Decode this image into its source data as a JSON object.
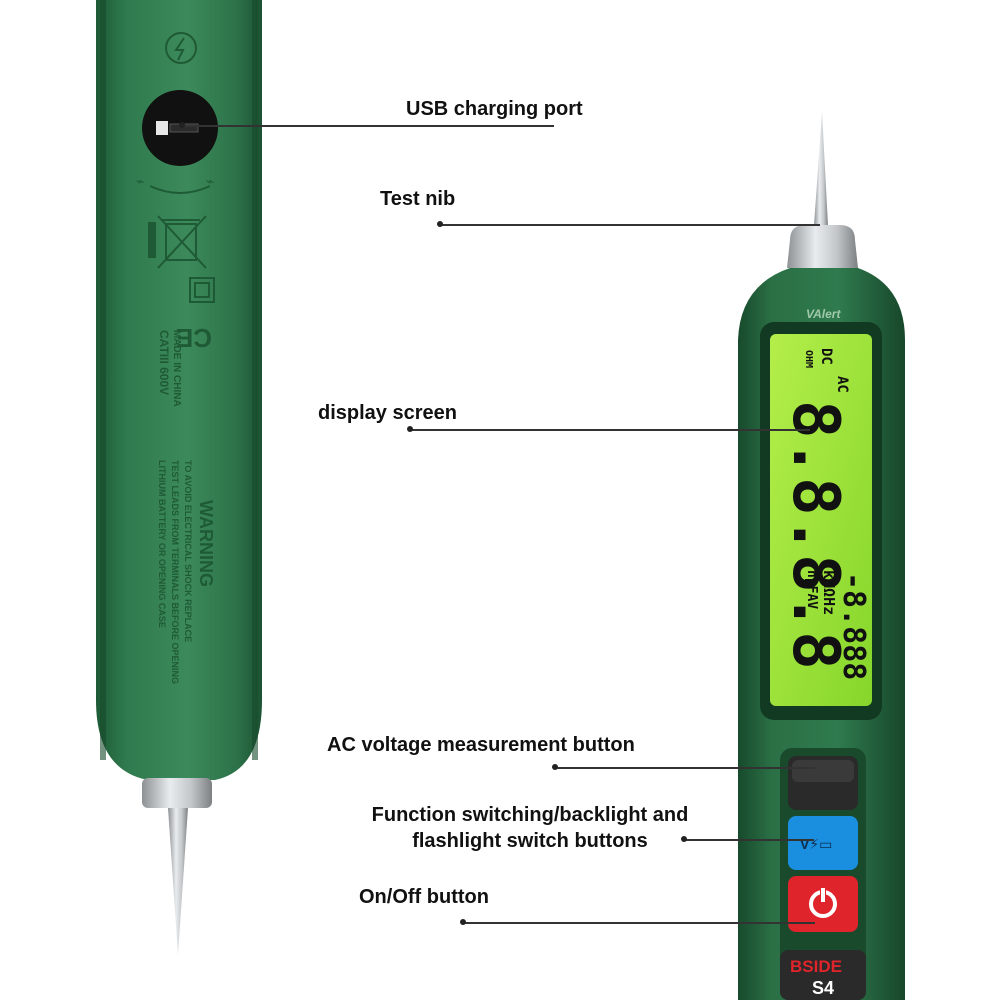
{
  "callouts": {
    "usb_port": "USB charging port",
    "test_nib": "Test nib",
    "display": "display screen",
    "ac_button": "AC voltage measurement button",
    "function_line1": "Function switching/backlight and",
    "function_line2": "flashlight switch buttons",
    "power_button": "On/Off button"
  },
  "device_back": {
    "warning_title": "WARNING",
    "warning_lines": [
      "TO AVOID ELECTRICAL SHOCK REPLACE",
      "TEST LEADS FROM TERMINALS BEFORE OPENING",
      "LITHIUM BATTERY OR OPENING CASE"
    ],
    "made_in": "MADE IN CHINA",
    "rating": "CATIII 600V"
  },
  "device_front": {
    "brand": "BSIDE",
    "model": "S4",
    "vertical_badge": "VAlert",
    "lcd": {
      "main_digits": "8.8.8.8",
      "secondary_digits": "-8.888",
      "mode_dc": "DC",
      "mode_ac": "AC",
      "ohm_label": "OHM",
      "units_line1": "kMΩHz",
      "units_line2": "nμFAV"
    }
  },
  "colors": {
    "body_green": "#2f7a4e",
    "body_green_dark": "#1f5a36",
    "lcd_green": "#9fe33a",
    "function_button_blue": "#1a8fe0",
    "power_button_red": "#e0242b",
    "ac_button_dark": "#2a2a2a"
  }
}
